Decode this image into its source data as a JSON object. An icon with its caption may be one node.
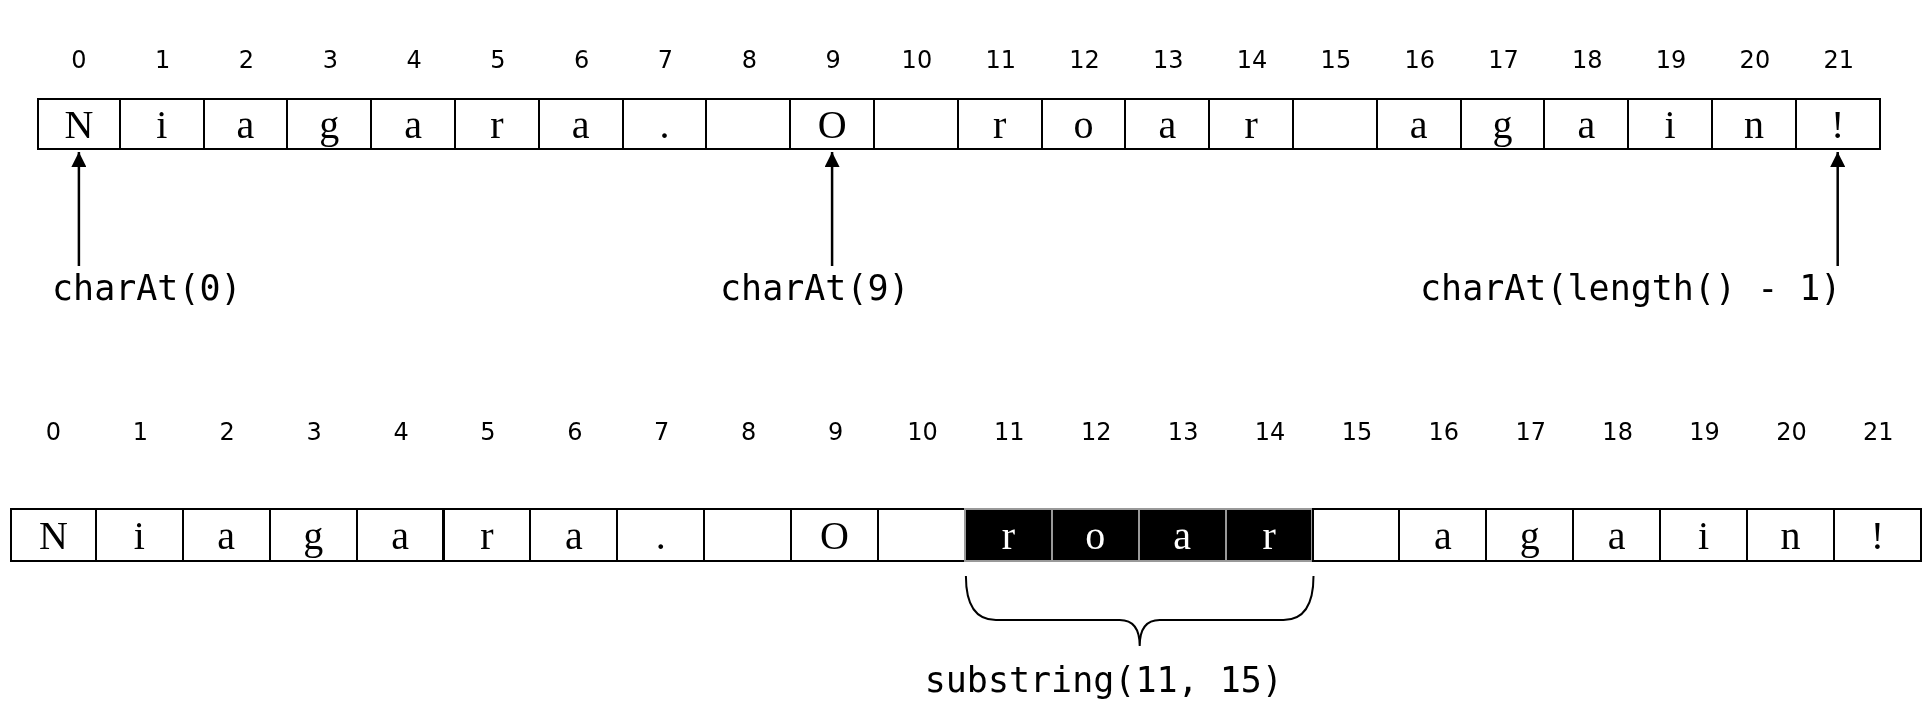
{
  "diagram": {
    "nodes": [
      {
        "text": [
          "N"
        ]
      },
      {
        "text": [
          "i"
        ]
      },
      {
        "text": [
          "a"
        ]
      },
      {
        "text": [
          "g"
        ]
      },
      {
        "text": [
          "a"
        ]
      },
      {
        "text": [
          "r"
        ]
      },
      {
        "text": [
          "a"
        ]
      },
      {
        "text": [
          "."
        ]
      },
      {
        "text": [],
        "shape": "box"
      },
      {
        "text": [
          "O"
        ]
      },
      {
        "text": [],
        "shape": "box"
      },
      {
        "text": [
          "r"
        ]
      },
      {
        "text": [
          "o"
        ]
      },
      {
        "text": [
          "a"
        ]
      },
      {
        "text": [
          "r"
        ]
      },
      {
        "text": [],
        "shape": "box"
      },
      {
        "text": [
          "a"
        ]
      },
      {
        "text": [
          "g"
        ]
      },
      {
        "text": [
          "a"
        ]
      },
      {
        "text": [
          "i"
        ]
      },
      {
        "text": [
          "n"
        ]
      },
      {
        "text": [
          "!"
        ]
      },
      {
        "text": [
          "charAt(0)"
        ]
      },
      {
        "text": [
          "charAt(9)"
        ]
      },
      {
        "text": [
          "charAt(length() - 1)"
        ]
      },
      {
        "text": [
          "N"
        ]
      },
      {
        "text": [
          "i"
        ]
      },
      {
        "text": [
          "a"
        ]
      },
      {
        "text": [
          "g"
        ]
      },
      {
        "text": [
          "a"
        ]
      },
      {
        "text": [
          "r"
        ]
      },
      {
        "text": [
          "a"
        ]
      },
      {
        "text": [
          "."
        ]
      },
      {
        "text": [],
        "shape": "box"
      },
      {
        "text": [
          "O"
        ]
      },
      {
        "text": [],
        "shape": "box"
      },
      {
        "text": [
          "r"
        ]
      },
      {
        "text": [
          "o"
        ]
      },
      {
        "text": [
          "a"
        ]
      },
      {
        "text": [
          "r"
        ]
      },
      {
        "text": [],
        "shape": "box"
      },
      {
        "text": [
          "a"
        ]
      },
      {
        "text": [
          "g"
        ]
      },
      {
        "text": [
          "a"
        ]
      },
      {
        "text": [
          "i"
        ]
      },
      {
        "text": [
          "n"
        ]
      },
      {
        "text": [
          "!"
        ]
      }
    ],
    "edges": [
      {
        "from": 22,
        "to": 0,
        "arrow": "to"
      },
      {
        "from": 23,
        "to": 9,
        "arrow": "to"
      },
      {
        "from": 24,
        "to": 21,
        "arrow": "to"
      }
    ],
    "labels": [
      "0",
      "1",
      "2",
      "3",
      "4",
      "5",
      "6",
      "7",
      "8",
      "9",
      "10",
      "11",
      "12",
      "13",
      "14",
      "15",
      "16",
      "17",
      "18",
      "19",
      "20",
      "21",
      "0",
      "1",
      "2",
      "3",
      "4",
      "5",
      "6",
      "7",
      "8",
      "9",
      "10",
      "11",
      "12",
      "13",
      "14",
      "15",
      "16",
      "17",
      "18",
      "19",
      "20",
      "21",
      "substring(11, 15)"
    ]
  }
}
